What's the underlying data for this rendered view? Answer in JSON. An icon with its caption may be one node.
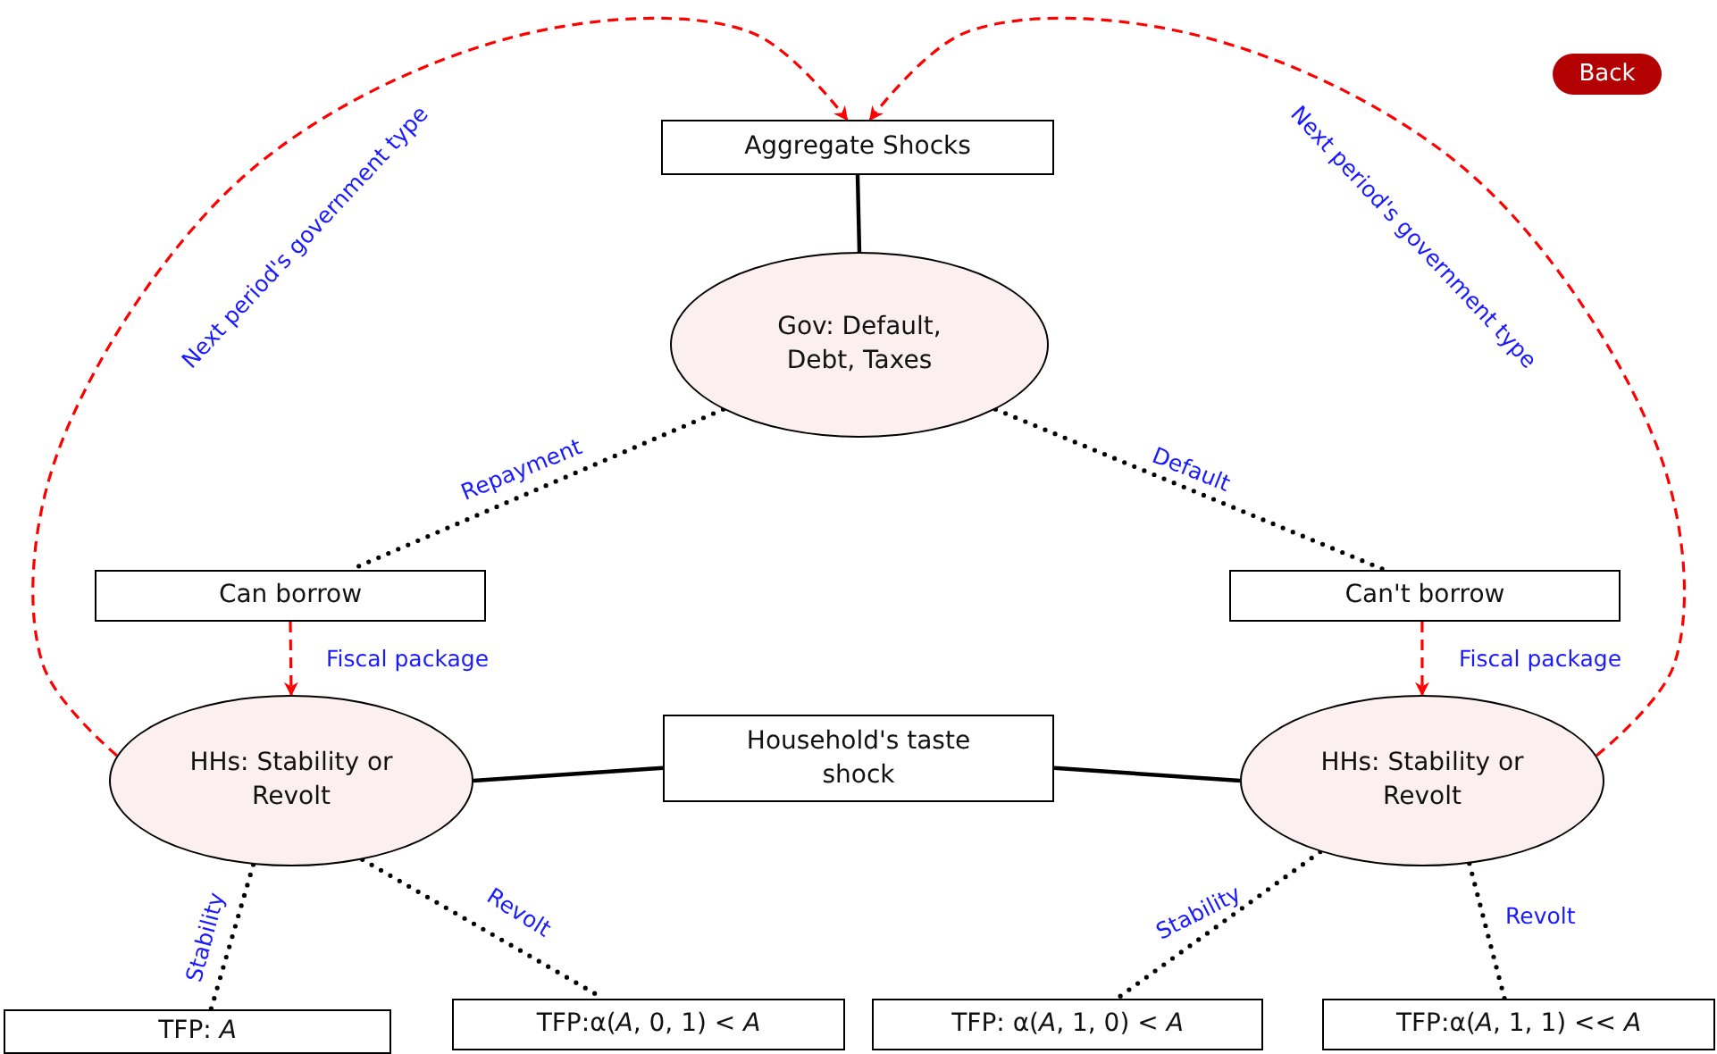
{
  "diagram": {
    "nodes": [
      {
        "text": [
          "Aggregate Shocks"
        ]
      },
      {
        "text": [
          "Gov: Default, Debt, Taxes"
        ]
      },
      {
        "text": [
          "Can borrow"
        ]
      },
      {
        "text": [
          "Can't borrow"
        ]
      },
      {
        "text": [
          "HHs: Stability or Revolt"
        ]
      },
      {
        "text": [
          "Household's taste shock"
        ]
      },
      {
        "text": [
          "HHs: Stability or Revolt"
        ]
      },
      {
        "text": [
          "TFP: *A*"
        ]
      },
      {
        "text": [
          "TFP:α(*A*, 0, 1) < *A*"
        ]
      },
      {
        "text": [
          "TFP: α(*A*, 1, 0) < *A*"
        ]
      },
      {
        "text": [
          "TFP:α(*A*, 1, 1) << *A*"
        ]
      }
    ],
    "edges": [
      {
        "from": 0,
        "to": 1,
        "arrow": "none"
      },
      {
        "from": 1,
        "to": 2,
        "arrow": "none",
        "label": "Repayment",
        "style": "dashed"
      },
      {
        "from": 1,
        "to": 3,
        "arrow": "none",
        "label": "Default",
        "style": "dashed"
      },
      {
        "from": 2,
        "to": 4,
        "arrow": "to",
        "label": "Fiscal package",
        "style": "dashed",
        "color": "#ff0000"
      },
      {
        "from": 3,
        "to": 6,
        "arrow": "to",
        "label": "Fiscal package",
        "style": "dashed",
        "color": "#ff0000"
      },
      {
        "from": 4,
        "to": 5,
        "arrow": "none"
      },
      {
        "from": 5,
        "to": 6,
        "arrow": "none"
      },
      {
        "from": 4,
        "to": 7,
        "arrow": "none",
        "label": "Stability",
        "style": "dashed"
      },
      {
        "from": 4,
        "to": 8,
        "arrow": "none",
        "label": "Revolt",
        "style": "dashed"
      },
      {
        "from": 6,
        "to": 9,
        "arrow": "none",
        "label": "Stability",
        "style": "dashed"
      },
      {
        "from": 6,
        "to": 10,
        "arrow": "none",
        "label": "Revolt",
        "style": "dashed"
      },
      {
        "from": 4,
        "to": 0,
        "arrow": "to",
        "label": "Next period's government type",
        "style": "dashed",
        "color": "#ff0000"
      },
      {
        "from": 6,
        "to": 0,
        "arrow": "to",
        "label": "Next period's government type",
        "style": "dashed",
        "color": "#ff0000"
      }
    ],
    "labels": [
      "Back"
    ]
  }
}
